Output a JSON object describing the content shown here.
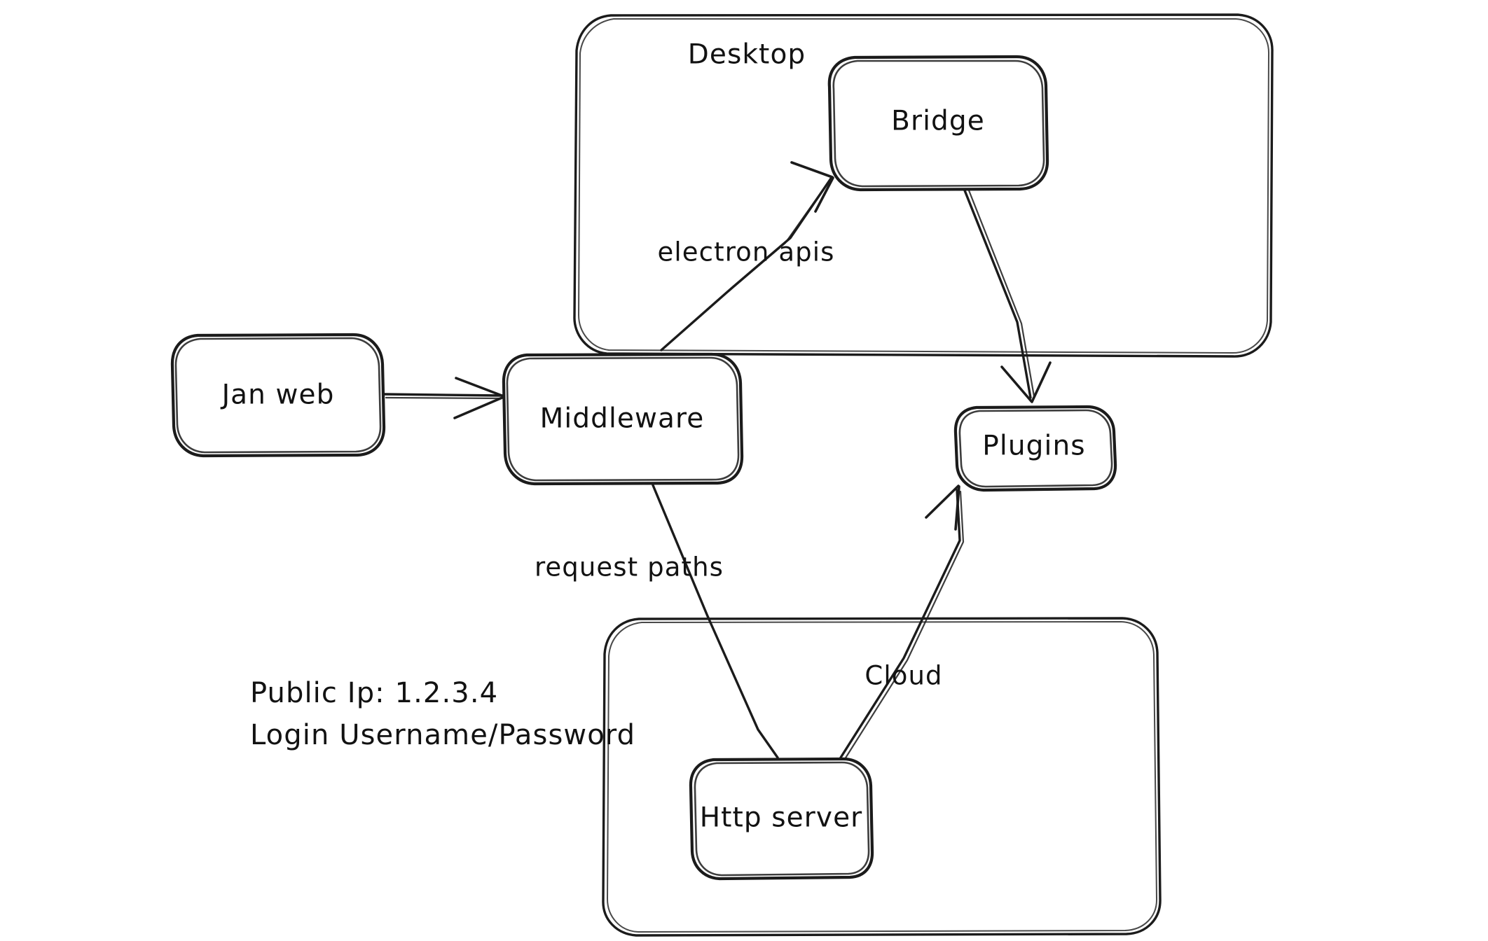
{
  "diagram": {
    "title": "Jan architecture hand-drawn diagram",
    "style": "hand-drawn excalidraw sketch",
    "background_color": "#ffffff",
    "stroke_color": "#1b1b1b",
    "groups": [
      {
        "id": "desktop",
        "label": "Desktop"
      },
      {
        "id": "cloud",
        "label": "Cloud"
      }
    ],
    "nodes": [
      {
        "id": "jan-web",
        "label": "Jan web"
      },
      {
        "id": "middleware",
        "label": "Middleware"
      },
      {
        "id": "bridge",
        "label": "Bridge"
      },
      {
        "id": "plugins",
        "label": "Plugins"
      },
      {
        "id": "http-server",
        "label": "Http server"
      }
    ],
    "edges": [
      {
        "id": "janweb-to-middleware",
        "from": "Jan web",
        "to": "Middleware",
        "label": ""
      },
      {
        "id": "middleware-to-bridge",
        "from": "Middleware",
        "to": "Bridge",
        "label": "electron apis"
      },
      {
        "id": "bridge-to-plugins",
        "from": "Bridge",
        "to": "Plugins",
        "label": ""
      },
      {
        "id": "middleware-to-httpserver",
        "from": "Middleware",
        "to": "Http server",
        "label": "request paths"
      },
      {
        "id": "httpserver-to-plugins",
        "from": "Http server",
        "to": "Plugins",
        "label": ""
      }
    ],
    "edge_labels": {
      "electron_apis": "electron apis",
      "request_paths": "request paths",
      "cloud": "Cloud"
    },
    "notes": {
      "public_ip": "Public Ip: 1.2.3.4",
      "login": "Login Username/Password"
    }
  }
}
